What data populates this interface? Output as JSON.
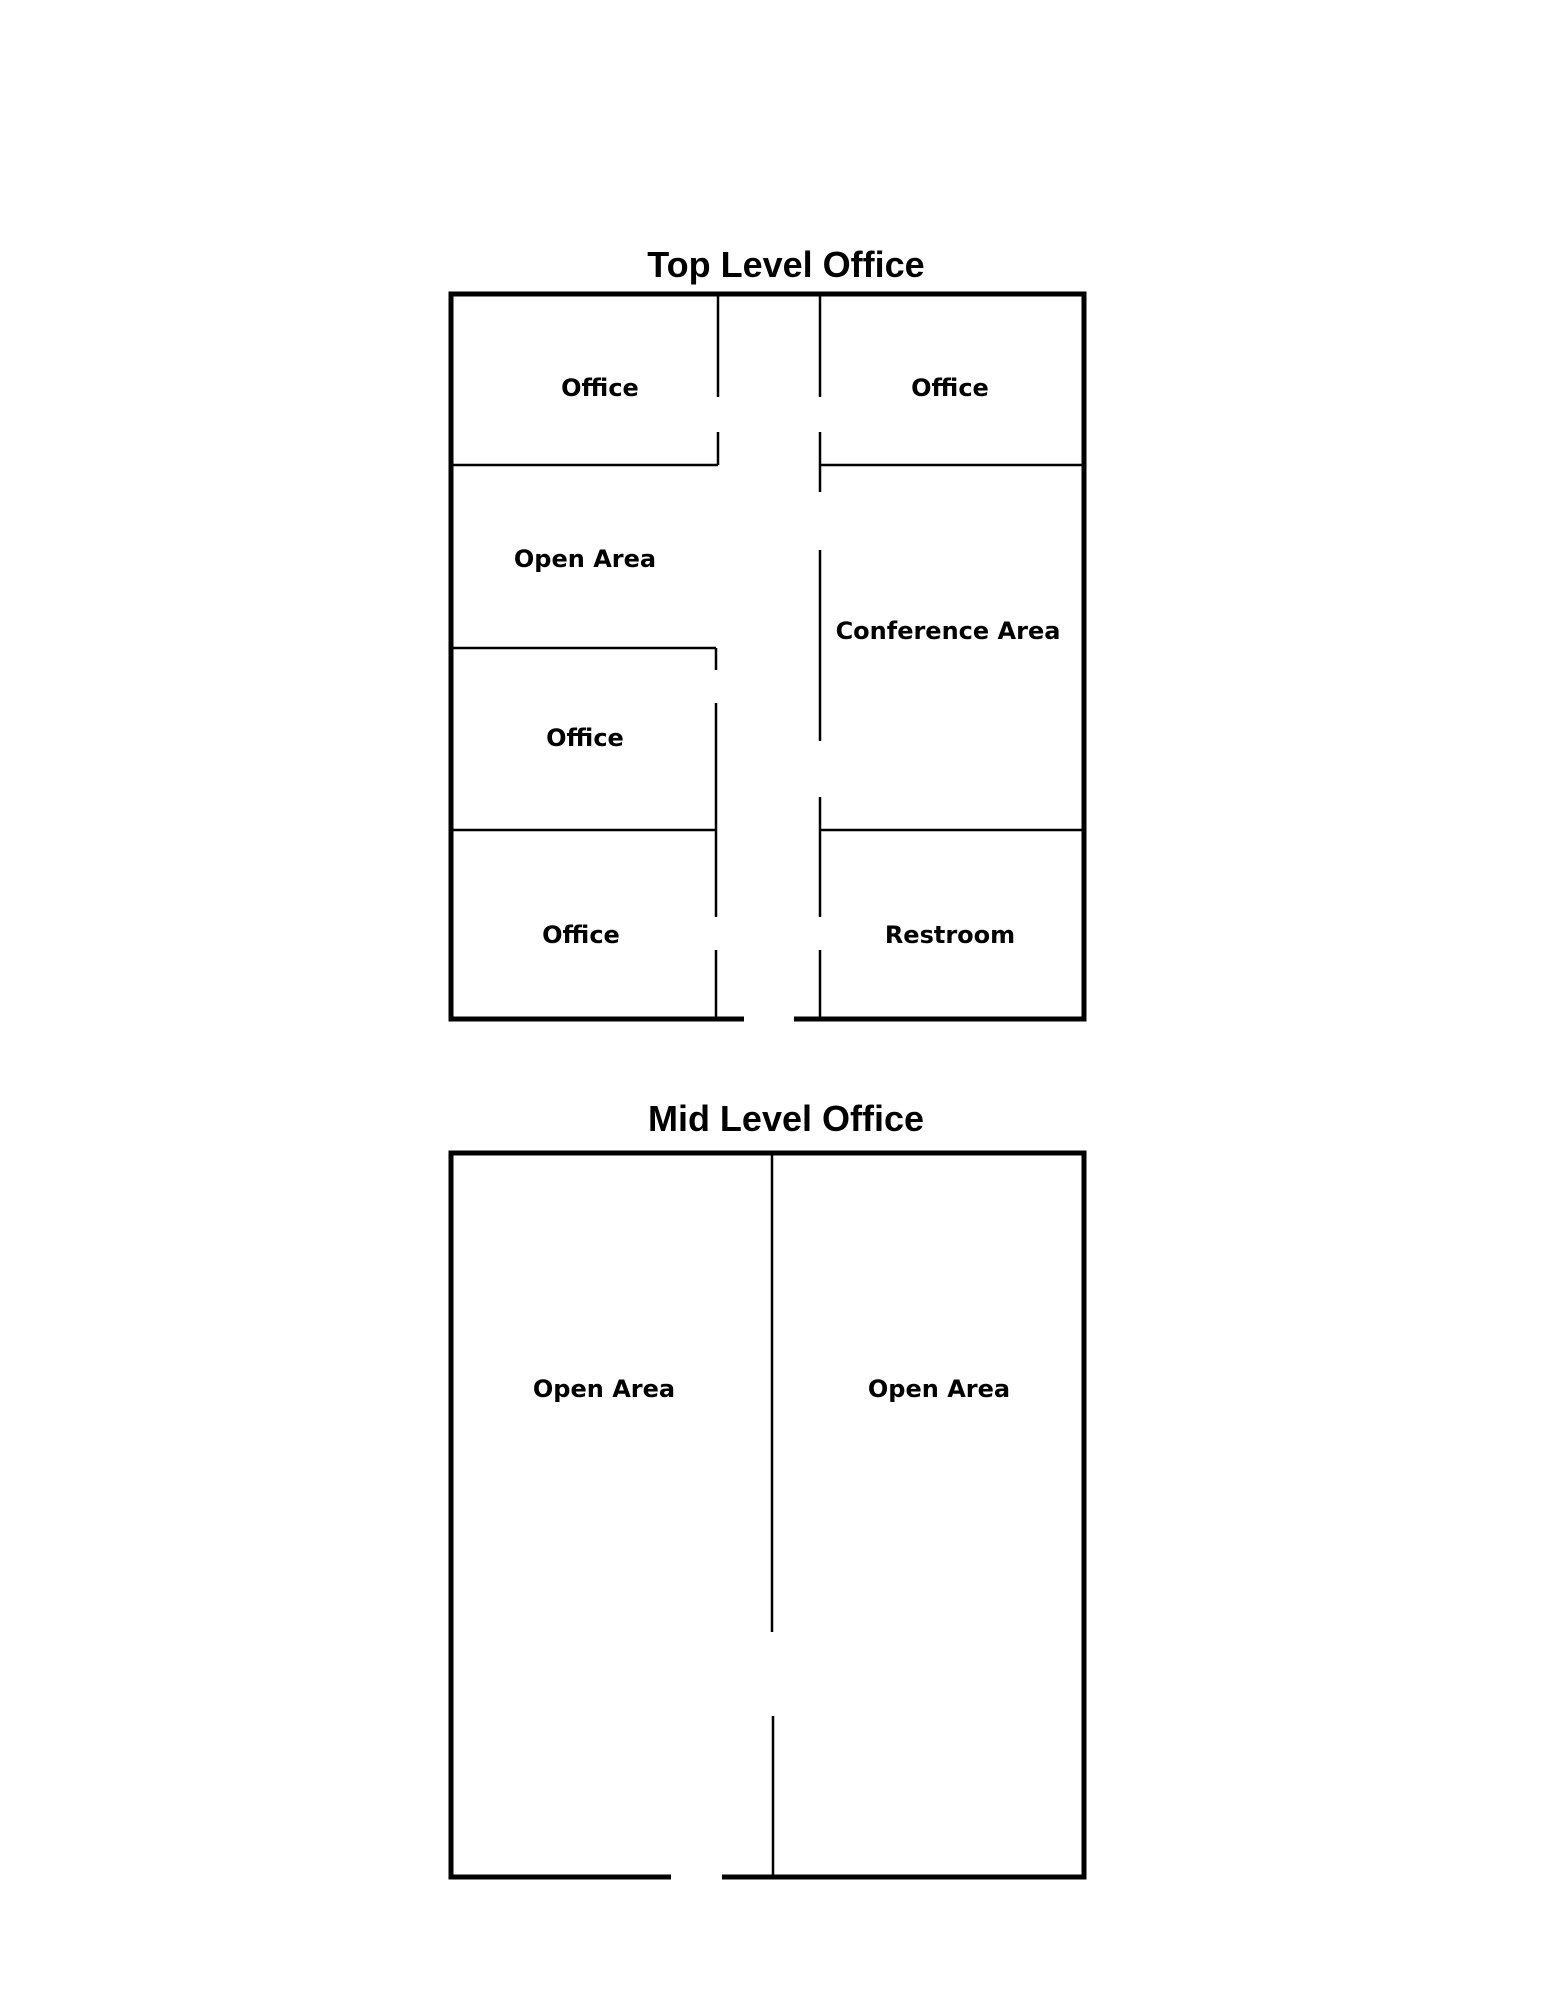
{
  "top_level": {
    "title": "Top Level Office",
    "rooms": {
      "office_top_left": "Office",
      "office_top_right": "Office",
      "open_area": "Open Area",
      "conference_area": "Conference Area",
      "office_mid_left": "Office",
      "office_bottom_left": "Office",
      "restroom": "Restroom"
    }
  },
  "mid_level": {
    "title": "Mid Level Office",
    "rooms": {
      "open_area_left": "Open Area",
      "open_area_right": "Open Area"
    }
  }
}
